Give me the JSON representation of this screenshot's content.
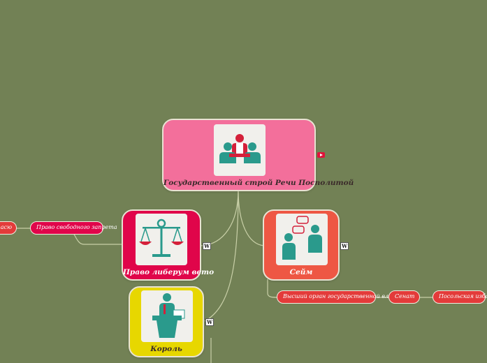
{
  "colors": {
    "background": "#728155",
    "root": "#f36f9b",
    "veto": "#e0054a",
    "sejm": "#ee5744",
    "king": "#e7d700",
    "teal": "#2a9a8c",
    "red": "#d4203a",
    "pill": "#e33b3a"
  },
  "nodes": {
    "root": {
      "label": "Государственный строй Речи Посполитой",
      "icon": "meeting-icon",
      "badge": "youtube-icon"
    },
    "veto": {
      "label": "Право либерум вето",
      "icon": "scales-icon",
      "badge": "W"
    },
    "sejm": {
      "label": "Сейм",
      "icon": "dialogue-icon",
      "badge": "W"
    },
    "king": {
      "label": "Король",
      "icon": "speaker-podium-icon",
      "badge": "W"
    }
  },
  "pills": {
    "left_cut": "...асю",
    "free_veto": "Право свободного запрета",
    "supreme": "Высший орган государственной власти",
    "senate": "Сенат",
    "embassy": "Посольская изба"
  }
}
